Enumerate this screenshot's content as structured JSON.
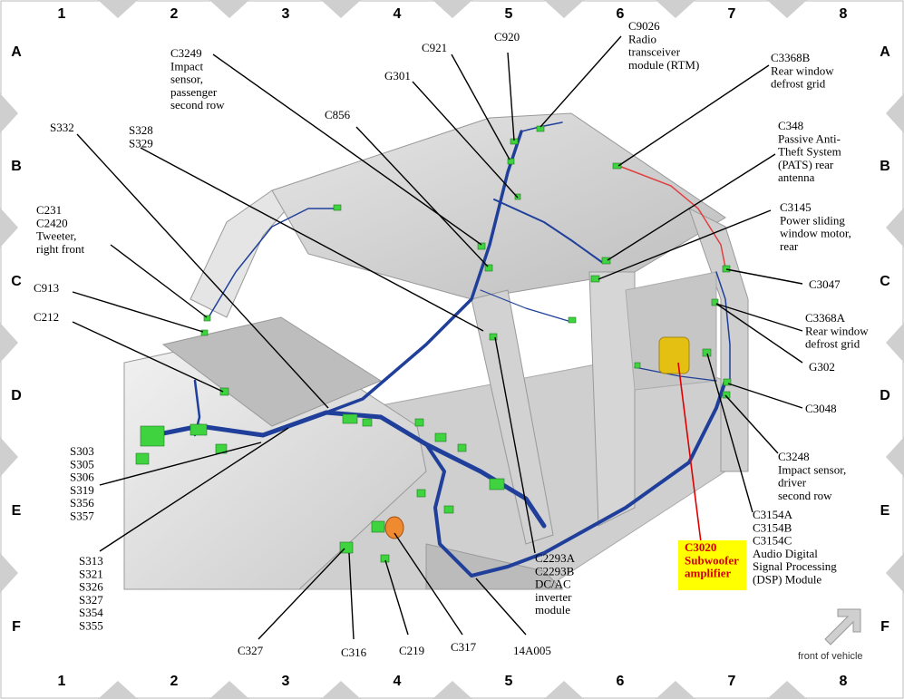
{
  "grid": {
    "columns": [
      "1",
      "2",
      "3",
      "4",
      "5",
      "6",
      "7",
      "8"
    ],
    "rows": [
      "A",
      "B",
      "C",
      "D",
      "E",
      "F"
    ]
  },
  "labels": [
    {
      "id": "c9026",
      "lines": [
        "C9026",
        "Radio",
        "transceiver",
        "module (RTM)"
      ]
    },
    {
      "id": "c920",
      "lines": [
        "C920"
      ]
    },
    {
      "id": "c921",
      "lines": [
        "C921"
      ]
    },
    {
      "id": "g301",
      "lines": [
        "G301"
      ]
    },
    {
      "id": "c3249",
      "lines": [
        "C3249",
        "Impact",
        "sensor,",
        "passenger",
        "second row"
      ]
    },
    {
      "id": "c3368b",
      "lines": [
        "C3368B",
        "Rear window",
        "defrost grid"
      ]
    },
    {
      "id": "c856",
      "lines": [
        "C856"
      ]
    },
    {
      "id": "s332",
      "lines": [
        "S332"
      ]
    },
    {
      "id": "s328",
      "lines": [
        "S328",
        "S329"
      ]
    },
    {
      "id": "c348",
      "lines": [
        "C348",
        "Passive Anti-",
        "Theft System",
        "(PATS) rear",
        "antenna"
      ]
    },
    {
      "id": "c231",
      "lines": [
        "C231",
        "C2420",
        "Tweeter,",
        "right front"
      ]
    },
    {
      "id": "c3145",
      "lines": [
        "C3145",
        "Power sliding",
        "window motor,",
        "rear"
      ]
    },
    {
      "id": "c3047",
      "lines": [
        "C3047"
      ]
    },
    {
      "id": "c913",
      "lines": [
        "C913"
      ]
    },
    {
      "id": "c3368a",
      "lines": [
        "C3368A",
        "Rear window",
        "defrost grid"
      ]
    },
    {
      "id": "c212",
      "lines": [
        "C212"
      ]
    },
    {
      "id": "g302",
      "lines": [
        "G302"
      ]
    },
    {
      "id": "c3048",
      "lines": [
        "C3048"
      ]
    },
    {
      "id": "s303",
      "lines": [
        "S303",
        "S305",
        "S306",
        "S319",
        "S356",
        "S357"
      ]
    },
    {
      "id": "c3248",
      "lines": [
        "C3248",
        "Impact sensor,",
        "driver",
        "second row"
      ]
    },
    {
      "id": "c3154",
      "lines": [
        "C3154A",
        "C3154B",
        "C3154C",
        "Audio Digital",
        "Signal Processing",
        "(DSP) Module"
      ]
    },
    {
      "id": "s313",
      "lines": [
        "S313",
        "S321",
        "S326",
        "S327",
        "S354",
        "S355"
      ]
    },
    {
      "id": "c2293",
      "lines": [
        "C2293A",
        "C2293B",
        "DC/AC",
        "inverter",
        "module"
      ]
    },
    {
      "id": "c3020",
      "lines": [
        "C3020",
        "Subwoofer",
        "amplifier"
      ]
    },
    {
      "id": "c327",
      "lines": [
        "C327"
      ]
    },
    {
      "id": "c316",
      "lines": [
        "C316"
      ]
    },
    {
      "id": "c219",
      "lines": [
        "C219"
      ]
    },
    {
      "id": "c317",
      "lines": [
        "C317"
      ]
    },
    {
      "id": "h14a005",
      "lines": [
        "14A005"
      ]
    }
  ],
  "front_label": "front of vehicle",
  "colors": {
    "harness": "#1f3f9a",
    "connector": "#3fd33f",
    "highlight": "#ffff00",
    "amplifier": "#e8c000",
    "body": "#d8d8d8"
  }
}
